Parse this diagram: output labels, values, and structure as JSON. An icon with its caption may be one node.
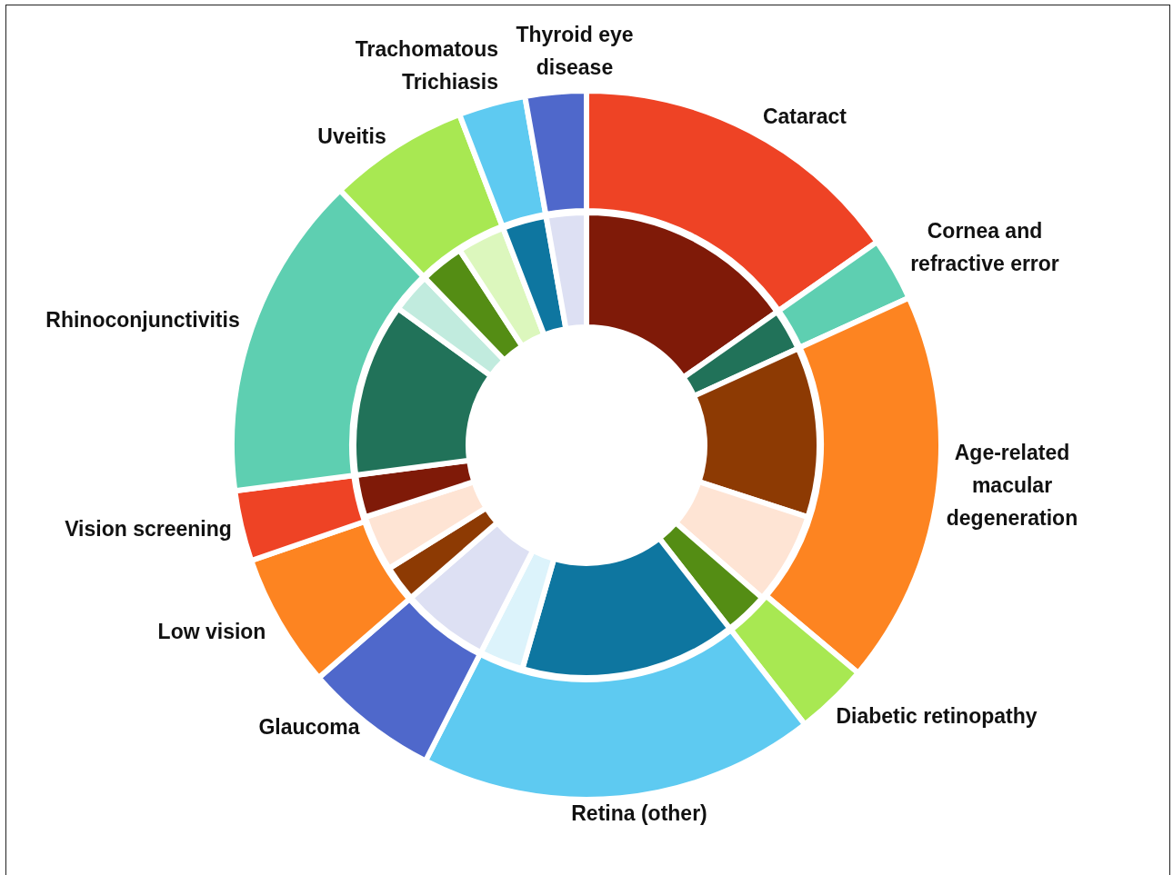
{
  "diagram": {
    "labels": [
      "Thyroid eye disease",
      "Trachomatous Trichiasis",
      "Cataract",
      "Uveitis",
      "Cornea and refractive error",
      "Rhinoconjunctivitis",
      "Age-related macular degeneration",
      "Vision screening",
      "Low vision",
      "Diabetic retinopathy",
      "Glaucoma",
      "Retina (other)"
    ]
  }
}
